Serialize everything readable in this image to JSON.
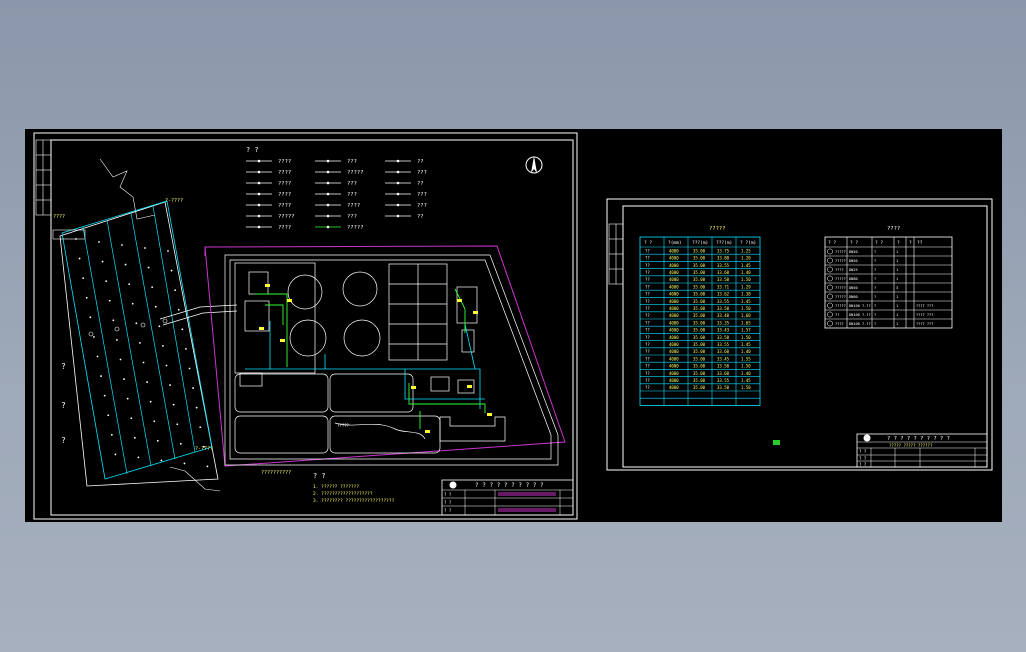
{
  "viewer": {
    "background_color": "#8f9bad",
    "canvas_color": "#000000"
  },
  "sheet1": {
    "name": "site-plan",
    "title_glyphs": "? ?",
    "legend": [
      [
        "????",
        "???",
        "??"
      ],
      [
        "????",
        "?????",
        "???"
      ],
      [
        "????",
        "???",
        "??"
      ],
      [
        "????",
        "???",
        "???"
      ],
      [
        "????",
        "????",
        "???"
      ],
      [
        "?????",
        "???",
        "??"
      ],
      [
        "????",
        "?????",
        ""
      ]
    ],
    "labels": {
      "left_q1": "?",
      "left_q2": "?",
      "left_q3": "?",
      "mid_note": "??????????",
      "notes_title": "? ?",
      "pond_label": "?????",
      "left_top_label": "????"
    },
    "notes": [
      "1. ?????? ???????",
      "2. ???????????????????",
      "3. ???????? ??????????????????"
    ],
    "title_block": {
      "header": "? ? ? ? ? ? ? ? ? ?",
      "rows": [
        "? ?",
        "? ?",
        "? ?"
      ]
    }
  },
  "sheet2": {
    "name": "tables",
    "table1_title": "?????",
    "table1_headers": [
      "? ?",
      "?(mm)",
      "???(m)",
      "???(m)",
      "? ?(m)"
    ],
    "table1_rows": [
      [
        "??",
        "4000",
        "35.00",
        "33.75",
        "1.25"
      ],
      [
        "??",
        "4000",
        "35.00",
        "33.80",
        "1.20"
      ],
      [
        "??",
        "4000",
        "35.00",
        "33.55",
        "1.45"
      ],
      [
        "??",
        "4000",
        "35.00",
        "33.60",
        "1.40"
      ],
      [
        "??",
        "4000",
        "35.00",
        "33.50",
        "1.50"
      ],
      [
        "??",
        "4000",
        "35.00",
        "33.71",
        "1.29"
      ],
      [
        "??",
        "4000",
        "35.00",
        "33.62",
        "1.38"
      ],
      [
        "??",
        "4000",
        "35.00",
        "33.55",
        "1.45"
      ],
      [
        "??",
        "4000",
        "35.00",
        "33.50",
        "1.50"
      ],
      [
        "??",
        "4000",
        "35.00",
        "33.40",
        "1.60"
      ],
      [
        "??",
        "4000",
        "35.00",
        "33.35",
        "1.65"
      ],
      [
        "??",
        "4000",
        "35.00",
        "33.43",
        "1.57"
      ],
      [
        "??",
        "4000",
        "35.00",
        "33.50",
        "1.50"
      ],
      [
        "??",
        "4000",
        "35.00",
        "33.55",
        "1.45"
      ],
      [
        "??",
        "4000",
        "35.00",
        "33.60",
        "1.40"
      ],
      [
        "??",
        "4000",
        "35.00",
        "33.45",
        "1.55"
      ],
      [
        "??",
        "4000",
        "35.00",
        "33.50",
        "1.50"
      ],
      [
        "??",
        "4000",
        "35.00",
        "33.60",
        "1.40"
      ],
      [
        "??",
        "4000",
        "35.00",
        "33.55",
        "1.45"
      ],
      [
        "??",
        "4000",
        "35.00",
        "33.50",
        "1.50"
      ],
      [
        "",
        "",
        "",
        "",
        ""
      ],
      [
        "",
        "",
        "",
        "",
        ""
      ]
    ],
    "table2_title": "????",
    "table2_headers": [
      "? ?",
      "? ?",
      "? ?",
      "?",
      "?",
      "??"
    ],
    "table2_rows": [
      [
        "?????",
        "DN50",
        "?",
        "1",
        "",
        ""
      ],
      [
        "?????",
        "DN50",
        "?",
        "1",
        "",
        ""
      ],
      [
        "????",
        "DN25",
        "?",
        "1",
        "",
        ""
      ],
      [
        "?????",
        "DN80",
        "?",
        "1",
        "",
        ""
      ],
      [
        "?????",
        "DN50",
        "?",
        "3",
        "",
        ""
      ],
      [
        "?????",
        "DN80",
        "?",
        "1",
        "",
        ""
      ],
      [
        "?????",
        "DN100 ?-??",
        "?",
        "1",
        "",
        "???? ???"
      ],
      [
        "??",
        "DN100 ?-??",
        "?",
        "1",
        "",
        "???? ???"
      ],
      [
        "????",
        "DN100 ?-??",
        "?",
        "1",
        "",
        "???? ???"
      ]
    ],
    "title_block": {
      "header": "? ? ? ? ? ? ? ? ? ?",
      "subheader": "????? ????? ??????",
      "rows": [
        "? ?",
        "? ?",
        "? ?"
      ]
    }
  }
}
